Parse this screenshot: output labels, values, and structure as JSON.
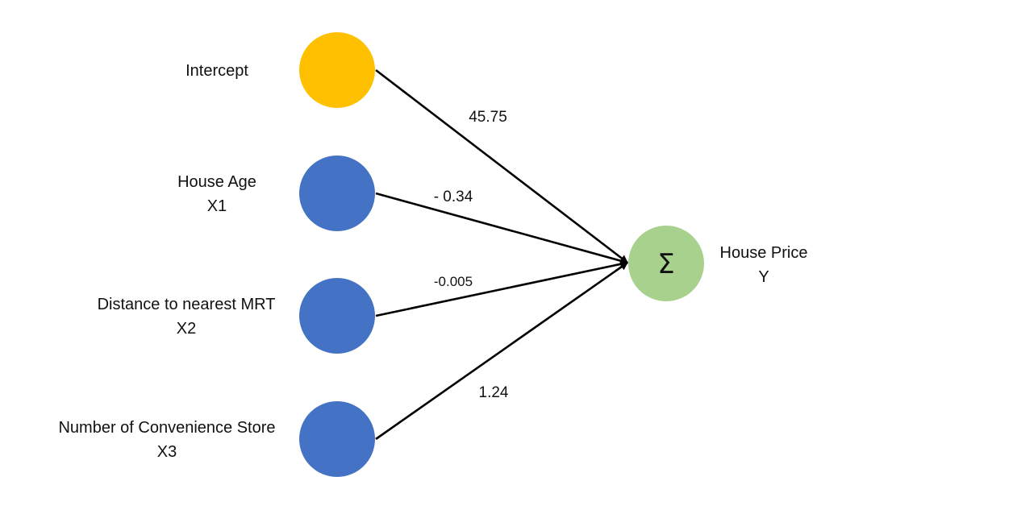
{
  "inputs": [
    {
      "label": "Intercept",
      "var": "",
      "weight": "45.75",
      "color": "#FFC000"
    },
    {
      "label": "House Age",
      "var": "X1",
      "weight": "- 0.34",
      "color": "#4472C4"
    },
    {
      "label": "Distance to nearest MRT",
      "var": "X2",
      "weight": "-0.005",
      "color": "#4472C4"
    },
    {
      "label": "Number of Convenience Store",
      "var": "X3",
      "weight": "1.24",
      "color": "#4472C4"
    }
  ],
  "output": {
    "symbol": "Σ",
    "label": "House Price",
    "var": "Y",
    "color": "#A9D18E"
  },
  "colors": {
    "edge": "#000000"
  }
}
